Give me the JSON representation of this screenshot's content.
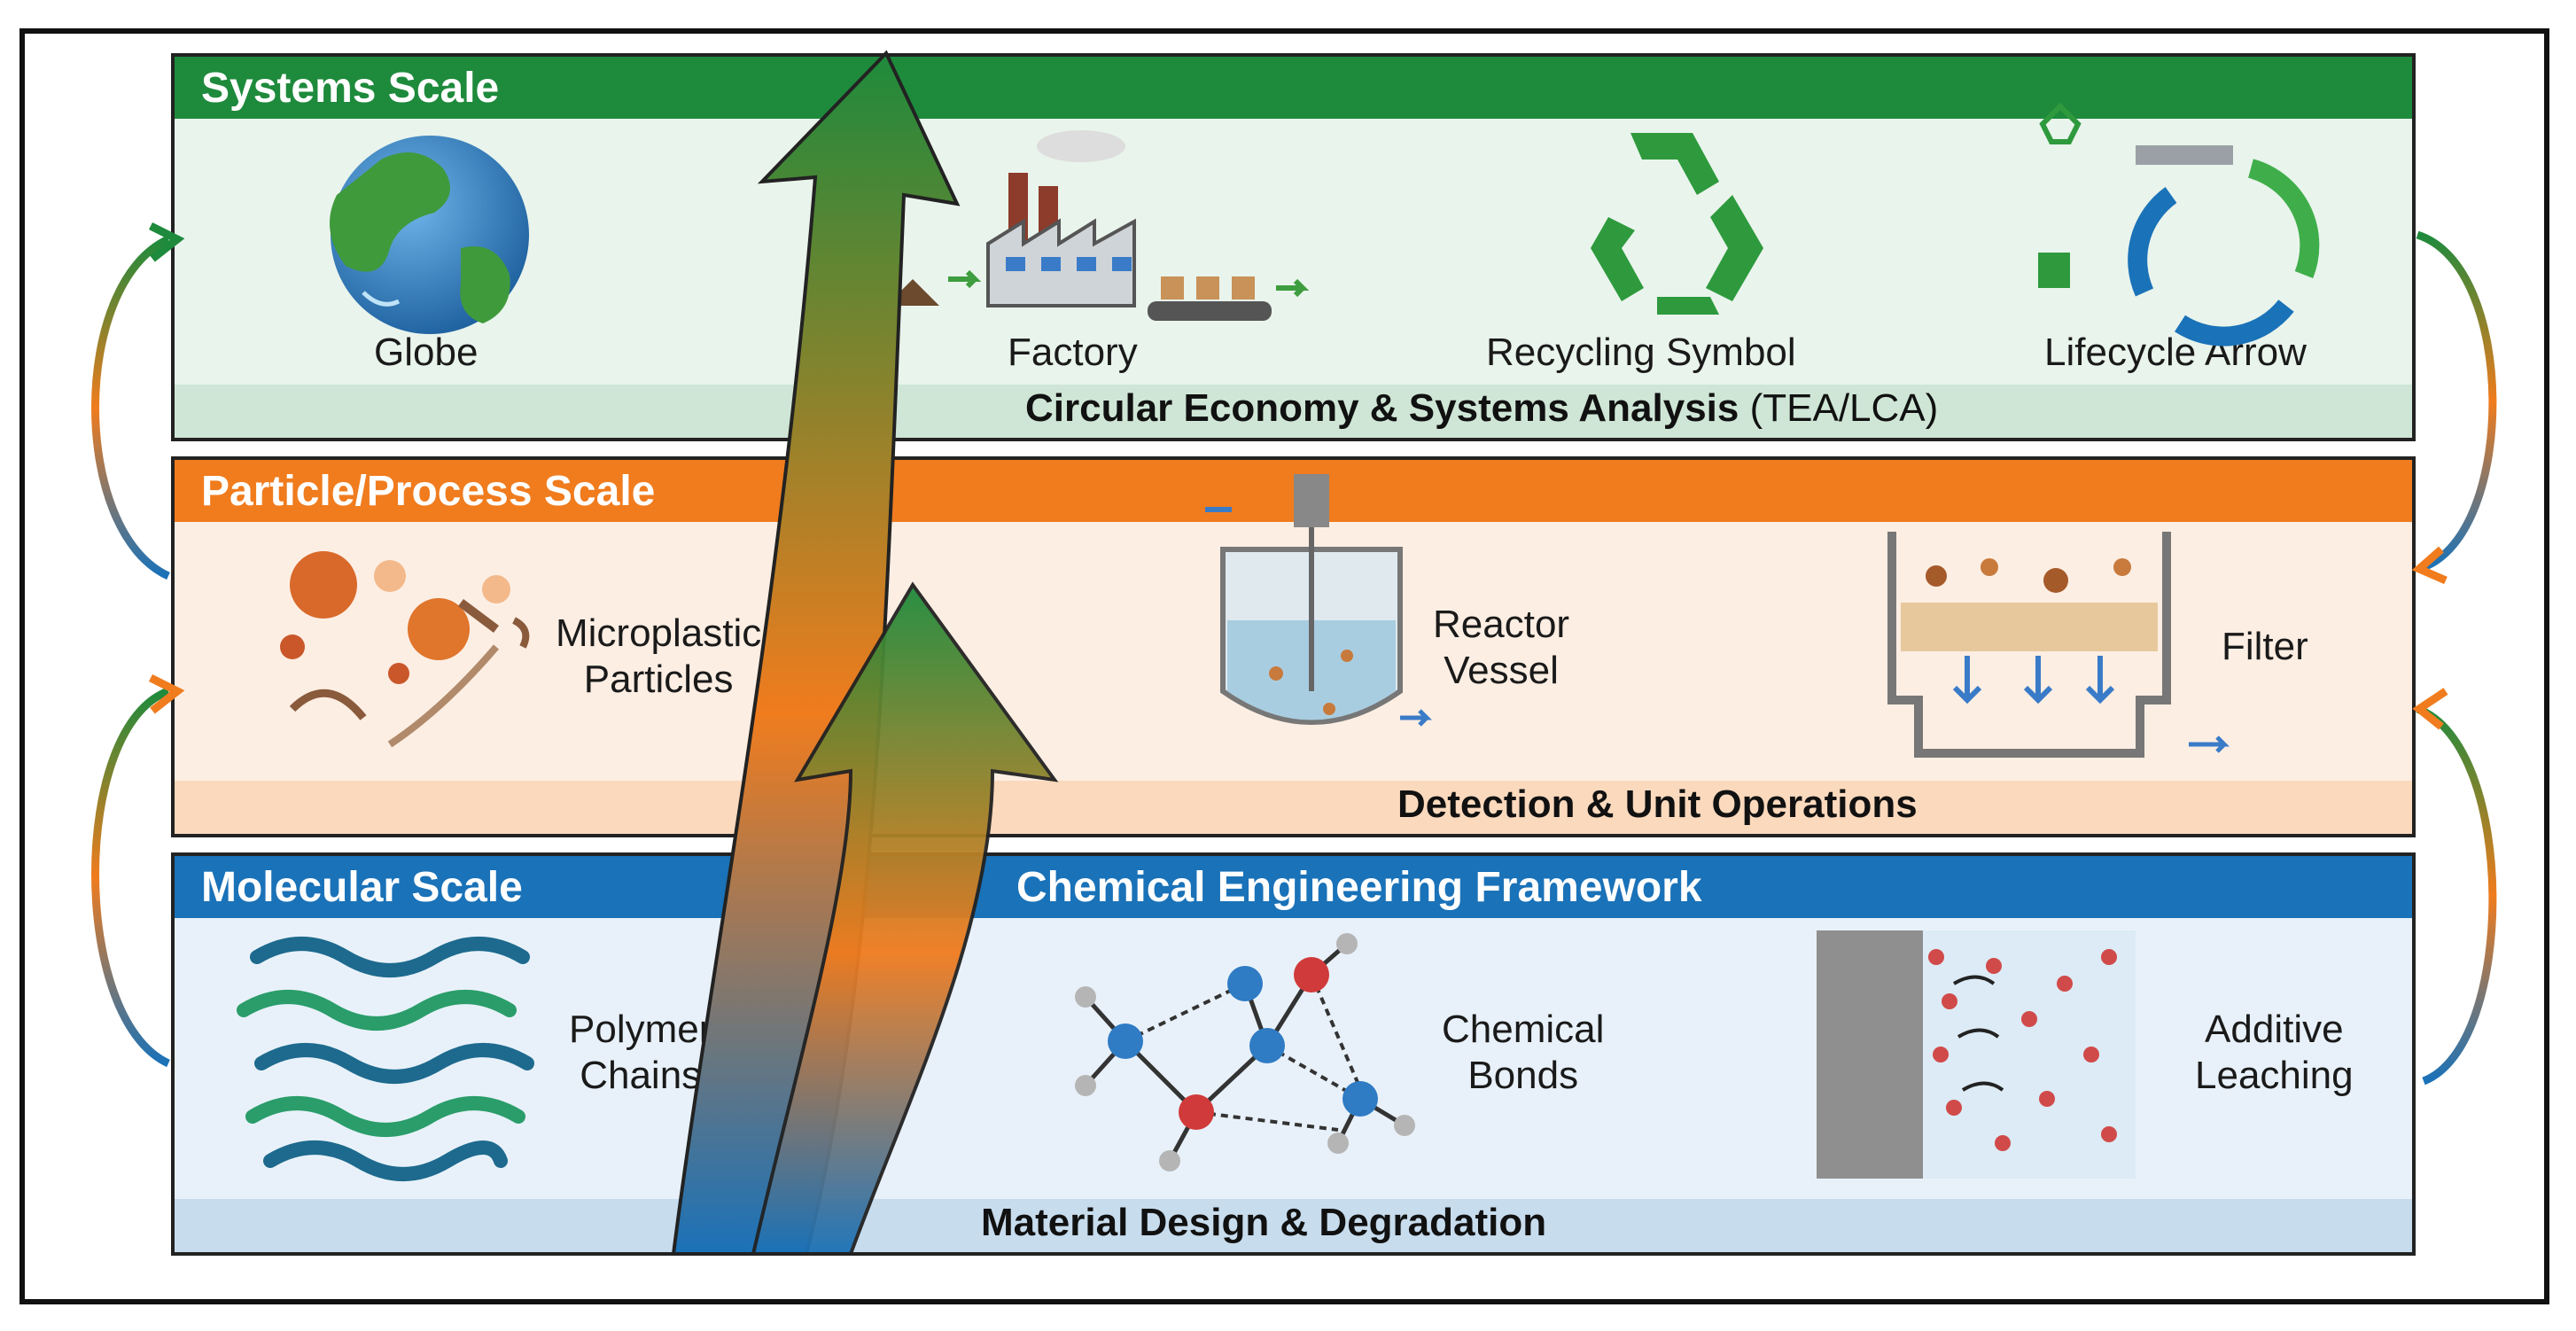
{
  "systems": {
    "header": "Systems Scale",
    "items": {
      "globe": "Globe",
      "factory": "Factory",
      "recycling": "Recycling Symbol",
      "lifecycle": "Lifecycle Arrow"
    },
    "footer_main": "Circular Economy & Systems Analysis",
    "footer_suffix": " (TEA/LCA)",
    "color": "#1e8a3c"
  },
  "process": {
    "header": "Particle/Process Scale",
    "items": {
      "microplastic_line1": "Microplastic",
      "microplastic_line2": "Particles",
      "reactor_line1": "Reactor",
      "reactor_line2": "Vessel",
      "filter": "Filter"
    },
    "footer": "Detection & Unit Operations",
    "color": "#f07c1e"
  },
  "molecular": {
    "header": "Molecular Scale",
    "header2": "Chemical Engineering Framework",
    "items": {
      "polymer_line1": "Polymer",
      "polymer_line2": "Chains",
      "bonds_line1": "Chemical",
      "bonds_line2": "Bonds",
      "additive_line1": "Additive",
      "additive_line2": "Leaching"
    },
    "footer": "Material Design & Degradation",
    "color": "#1a72b8"
  }
}
